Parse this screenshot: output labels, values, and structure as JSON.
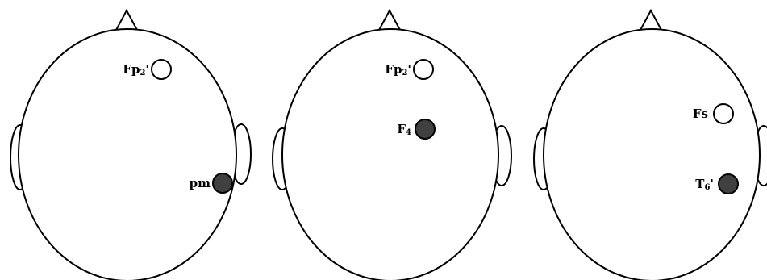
{
  "diagram": {
    "colors": {
      "outline": "#000000",
      "open_electrode": "#ffffff",
      "filled_electrode": "#404040"
    },
    "heads": [
      {
        "electrodes": [
          {
            "label": "Fp",
            "sub": "2",
            "suffix": "'",
            "state": "open"
          },
          {
            "label": "pm",
            "sub": "",
            "suffix": "",
            "state": "filled"
          }
        ]
      },
      {
        "electrodes": [
          {
            "label": "Fp",
            "sub": "2",
            "suffix": "'",
            "state": "open"
          },
          {
            "label": "F",
            "sub": "4",
            "suffix": "",
            "state": "filled"
          }
        ]
      },
      {
        "electrodes": [
          {
            "label": "Fs",
            "sub": "",
            "suffix": "",
            "state": "open"
          },
          {
            "label": "T",
            "sub": "6",
            "suffix": "'",
            "state": "filled"
          }
        ]
      }
    ]
  }
}
